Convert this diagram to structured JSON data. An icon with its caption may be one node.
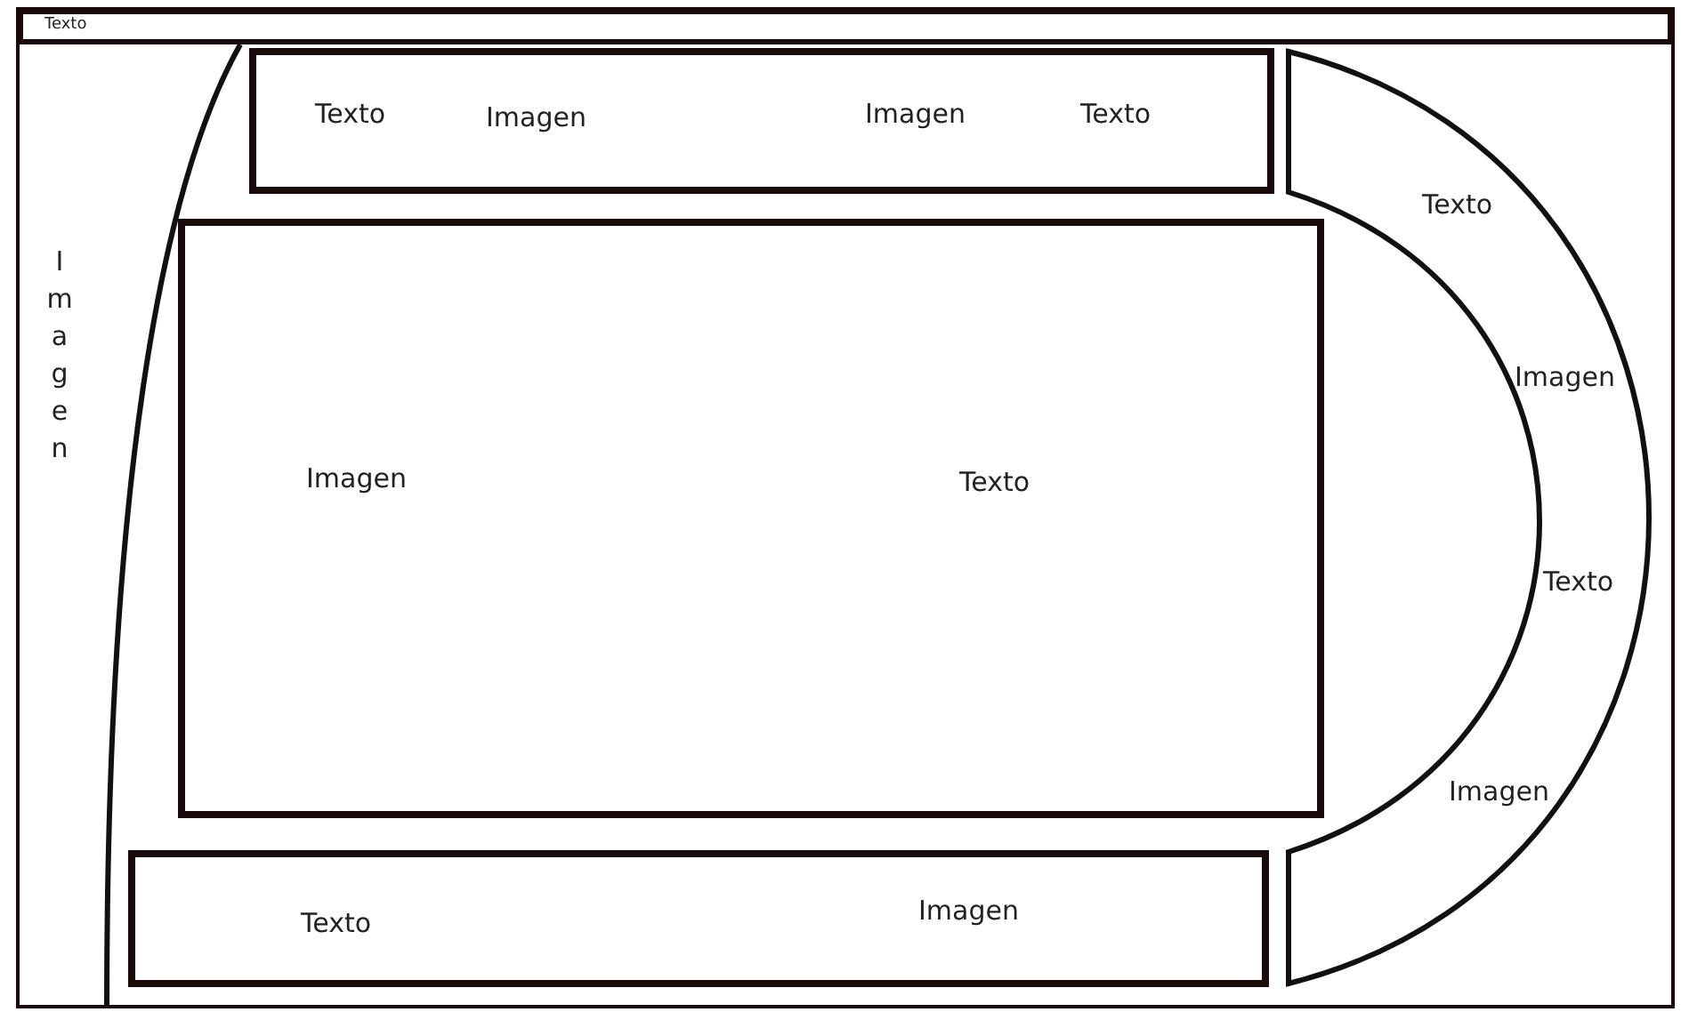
{
  "diagram": {
    "nodes": [
      {
        "text": [
          "Texto"
        ]
      },
      {
        "text": [
          "Imagen"
        ]
      },
      {
        "text": [
          "Texto",
          "Imagen",
          "Imagen",
          "Texto"
        ]
      },
      {
        "text": [
          "Imagen",
          "Texto"
        ]
      },
      {
        "text": [
          "Texto",
          "Imagen"
        ]
      },
      {
        "text": [
          "Texto",
          "Imagen",
          "Texto",
          "Imagen"
        ]
      }
    ]
  }
}
